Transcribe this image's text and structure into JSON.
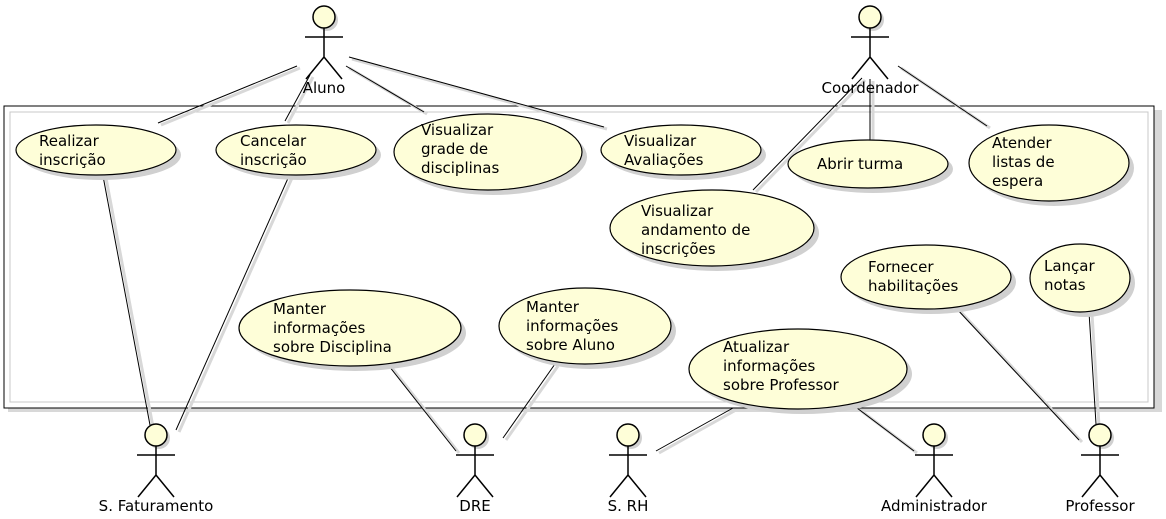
{
  "actors": [
    {
      "id": "aluno",
      "label": "Aluno"
    },
    {
      "id": "coordenador",
      "label": "Coordenador"
    },
    {
      "id": "faturamento",
      "label": "S. Faturamento"
    },
    {
      "id": "dre",
      "label": "DRE"
    },
    {
      "id": "rh",
      "label": "S. RH"
    },
    {
      "id": "administrador",
      "label": "Administrador"
    },
    {
      "id": "professor",
      "label": "Professor"
    }
  ],
  "use_cases": [
    {
      "id": "realizar-inscricao",
      "lines": [
        "Realizar",
        "inscrição"
      ]
    },
    {
      "id": "cancelar-inscricao",
      "lines": [
        "Cancelar",
        "inscrição"
      ]
    },
    {
      "id": "visualizar-grade",
      "lines": [
        "Visualizar",
        "grade de",
        "disciplinas"
      ]
    },
    {
      "id": "visualizar-avaliacoes",
      "lines": [
        "Visualizar",
        "Avaliações"
      ]
    },
    {
      "id": "abrir-turma",
      "lines": [
        "Abrir turma"
      ]
    },
    {
      "id": "atender-listas",
      "lines": [
        "Atender",
        "listas de",
        "espera"
      ]
    },
    {
      "id": "visualizar-andamento",
      "lines": [
        "Visualizar",
        "andamento de",
        "inscrições"
      ]
    },
    {
      "id": "fornecer-habilitacoes",
      "lines": [
        "Fornecer",
        "habilitações"
      ]
    },
    {
      "id": "lancar-notas",
      "lines": [
        "Lançar",
        "notas"
      ]
    },
    {
      "id": "manter-disciplina",
      "lines": [
        "Manter",
        "informações",
        "sobre Disciplina"
      ]
    },
    {
      "id": "manter-aluno",
      "lines": [
        "Manter",
        "informações",
        "sobre Aluno"
      ]
    },
    {
      "id": "atualizar-professor",
      "lines": [
        "Atualizar",
        "informações",
        "sobre Professor"
      ]
    }
  ],
  "associations": [
    [
      "aluno",
      "realizar-inscricao"
    ],
    [
      "aluno",
      "cancelar-inscricao"
    ],
    [
      "aluno",
      "visualizar-grade"
    ],
    [
      "aluno",
      "visualizar-avaliacoes"
    ],
    [
      "coordenador",
      "abrir-turma"
    ],
    [
      "coordenador",
      "atender-listas"
    ],
    [
      "coordenador",
      "visualizar-andamento"
    ],
    [
      "faturamento",
      "realizar-inscricao"
    ],
    [
      "faturamento",
      "cancelar-inscricao"
    ],
    [
      "dre",
      "manter-disciplina"
    ],
    [
      "dre",
      "manter-aluno"
    ],
    [
      "rh",
      "atualizar-professor"
    ],
    [
      "administrador",
      "atualizar-professor"
    ],
    [
      "professor",
      "fornecer-habilitacoes"
    ],
    [
      "professor",
      "lancar-notas"
    ]
  ],
  "colors": {
    "use_case_fill": "#fefed8",
    "actor_head_fill": "#fefed8",
    "line": "#000000",
    "shadow": "#d0d0d0"
  }
}
